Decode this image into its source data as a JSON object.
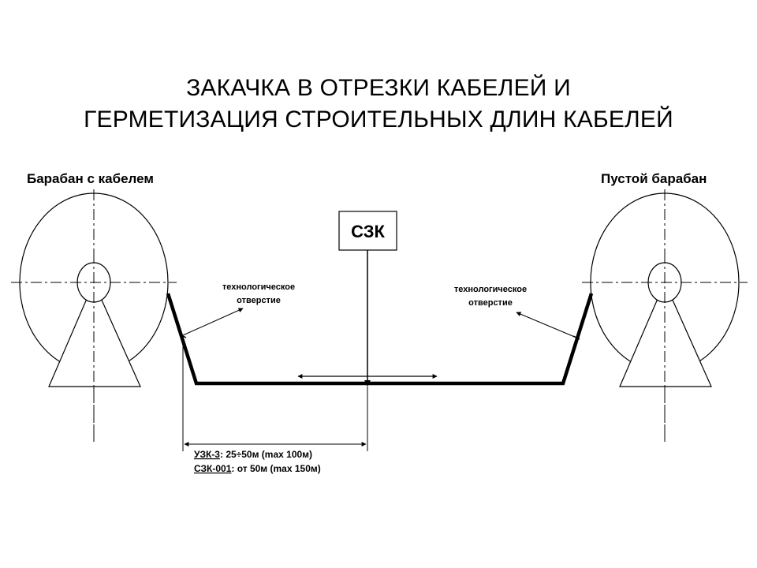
{
  "title": {
    "line1": "ЗАКАЧКА В ОТРЕЗКИ КАБЕЛЕЙ И",
    "line2": "ГЕРМЕТИЗАЦИЯ СТРОИТЕЛЬНЫХ ДЛИН КАБЕЛЕЙ"
  },
  "left_drum": {
    "label": "Барабан с кабелем"
  },
  "right_drum": {
    "label": "Пустой барабан"
  },
  "device": {
    "label": "СЗК"
  },
  "hole_left": {
    "line1": "технологическое",
    "line2": "отверстие"
  },
  "hole_right": {
    "line1": "технологическое",
    "line2": "отверстие"
  },
  "specs": {
    "row1_model": "УЗК-3",
    "row1_value": ": 25÷50м (max 100м)",
    "row2_model": "СЗК-001",
    "row2_value": ": от 50м (max 150м)"
  },
  "colors": {
    "line": "#000000",
    "background": "#ffffff"
  }
}
